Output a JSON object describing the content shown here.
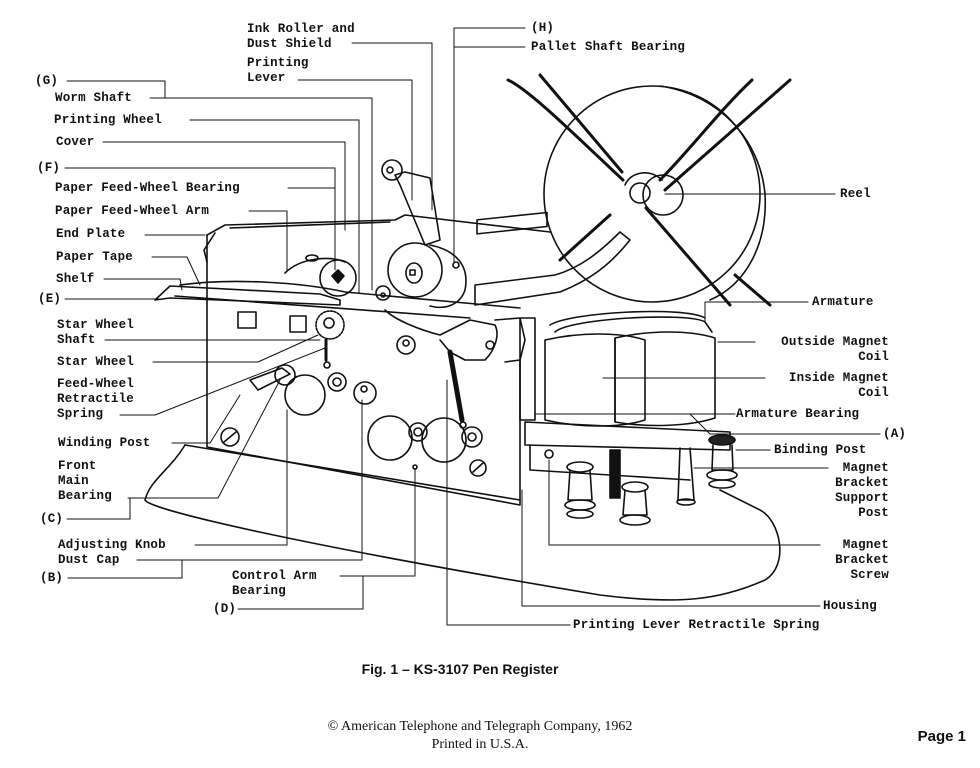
{
  "figure": {
    "caption": "Fig. 1 – KS-3107 Pen Register",
    "subject": "KS-3107 Pen Register",
    "labels": {
      "ink_roller": "Ink Roller and\nDust Shield",
      "printing_lever": "Printing\nLever",
      "g_marker": "(G)",
      "worm_shaft": "Worm Shaft",
      "printing_wheel": "Printing Wheel",
      "cover": "Cover",
      "f_marker": "(F)",
      "feed_wheel_bearing": "Paper Feed-Wheel Bearing",
      "feed_wheel_arm": "Paper Feed-Wheel Arm",
      "end_plate": "End Plate",
      "paper_tape": "Paper Tape",
      "shelf": "Shelf",
      "e_marker": "(E)",
      "star_wheel_shaft": "Star Wheel\nShaft",
      "star_wheel": "Star Wheel",
      "feed_wheel_spring": "Feed-Wheel\nRetractile\nSpring",
      "winding_post": "Winding Post",
      "front_main_bearing": "Front\nMain\nBearing",
      "c_marker": "(C)",
      "adjusting_knob": "Adjusting Knob",
      "dust_cap": "Dust Cap",
      "b_marker": "(B)",
      "control_arm_bearing": "Control Arm\nBearing",
      "d_marker": "(D)",
      "h_marker": "(H)",
      "pallet_shaft_bearing": "Pallet Shaft Bearing",
      "reel": "Reel",
      "armature": "Armature",
      "outside_magnet_coil": "Outside Magnet\nCoil",
      "inside_magnet_coil": "Inside Magnet\nCoil",
      "armature_bearing": "Armature Bearing",
      "a_marker": "(A)",
      "binding_post": "Binding Post",
      "magnet_bracket_support_post": "Magnet\nBracket\nSupport\nPost",
      "magnet_bracket_screw": "Magnet\nBracket\nScrew",
      "housing": "Housing",
      "printing_lever_spring": "Printing Lever Retractile Spring"
    }
  },
  "footer": {
    "copyright": "© American Telephone and Telegraph Company, 1962",
    "printed": "Printed in U.S.A.",
    "page": "Page 1"
  }
}
